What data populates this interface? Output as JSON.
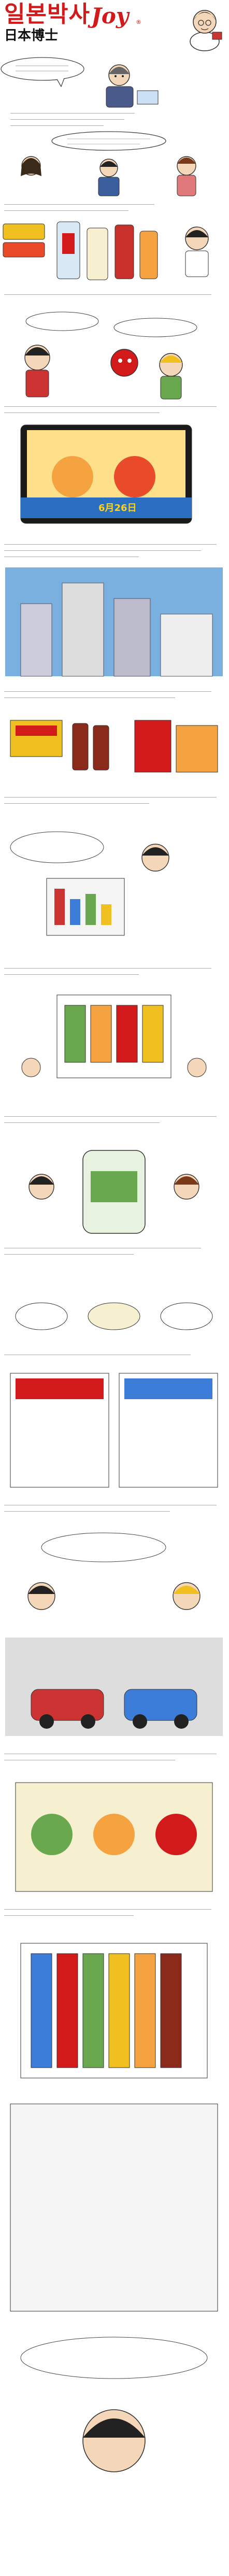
{
  "header": {
    "title_ko": "일본박사",
    "title_joy": "Joy",
    "title_mark": "®",
    "title_jp": "日本博士",
    "subtitle_1": "",
    "subtitle_2": ""
  },
  "captions": {
    "c1_jp": "",
    "c2_jp": "",
    "c3_jp": "",
    "c4_jp": "",
    "c5_jp": "",
    "c6_jp": "",
    "c7_jp": "",
    "c8_jp": "",
    "c9_jp": "",
    "c10_jp": "",
    "c11_jp": "",
    "c12_jp": "",
    "c13_jp": "",
    "c14_jp": "",
    "c15_jp": "",
    "c16_jp": ""
  },
  "labels": {
    "banner_date": "6月26日",
    "banner_tail": "",
    "product_brand": "",
    "product_tag": "",
    "footer_note": ""
  },
  "colors": {
    "accent": "#d21a1a",
    "caption_text": "#1a1a1a",
    "banner_bg": "#2a6fbf",
    "banner_text": "#ffd21a"
  }
}
